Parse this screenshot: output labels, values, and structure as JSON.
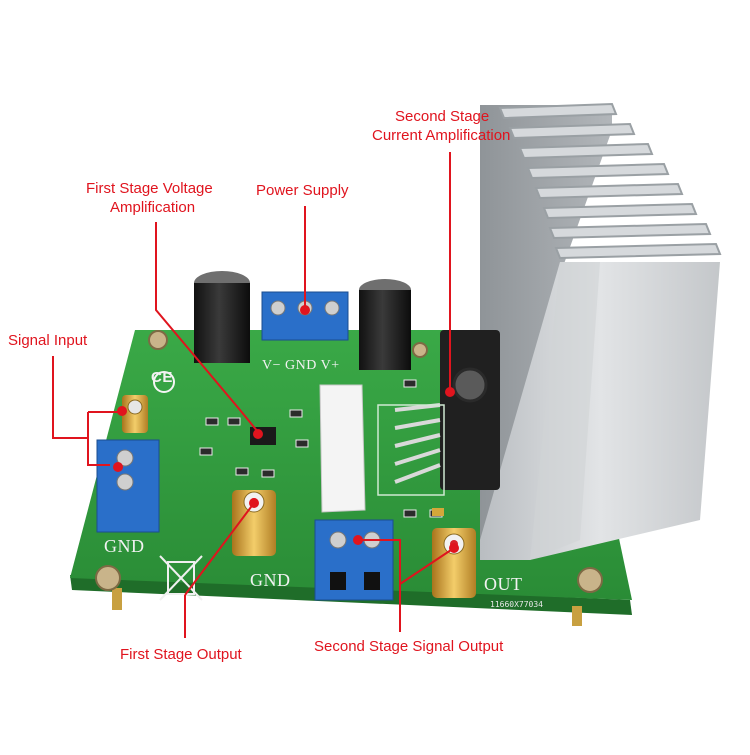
{
  "labels": {
    "signal_input": "Signal Input",
    "first_stage_voltage_line1": "First Stage Voltage",
    "first_stage_voltage_line2": "Amplification",
    "power_supply": "Power Supply",
    "second_stage_current_line1": "Second Stage",
    "second_stage_current_line2": "Current Amplification",
    "first_stage_output": "First Stage Output",
    "second_stage_signal_output": "Second Stage Signal Output"
  },
  "silkscreen": {
    "power_pins": "V− GND V+",
    "gnd_left": "GND",
    "gnd_mid": "GND",
    "out": "OUT",
    "ce_mark": "CE",
    "serial": "11660X77034"
  },
  "colors": {
    "annotation": "#e0141e",
    "pcb": "#2f9a3c",
    "terminal": "#2a6fc9",
    "heatsink": "#c9cdd0",
    "gold": "#d8a93a"
  }
}
